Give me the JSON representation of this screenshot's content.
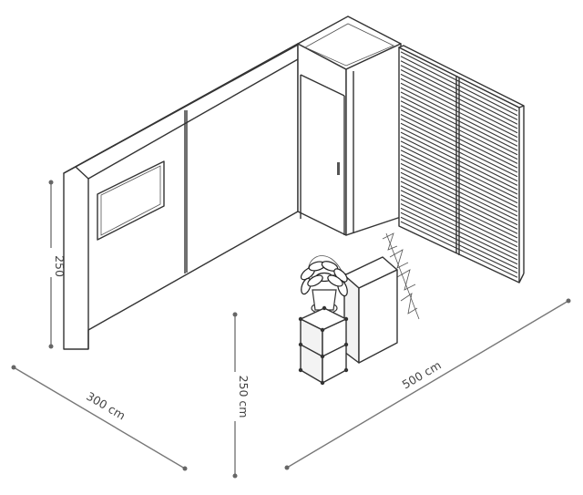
{
  "dimensions": {
    "left_height": "250",
    "front_height": "250 cm",
    "width_left": "300 cm",
    "width_right": "500 cm"
  }
}
